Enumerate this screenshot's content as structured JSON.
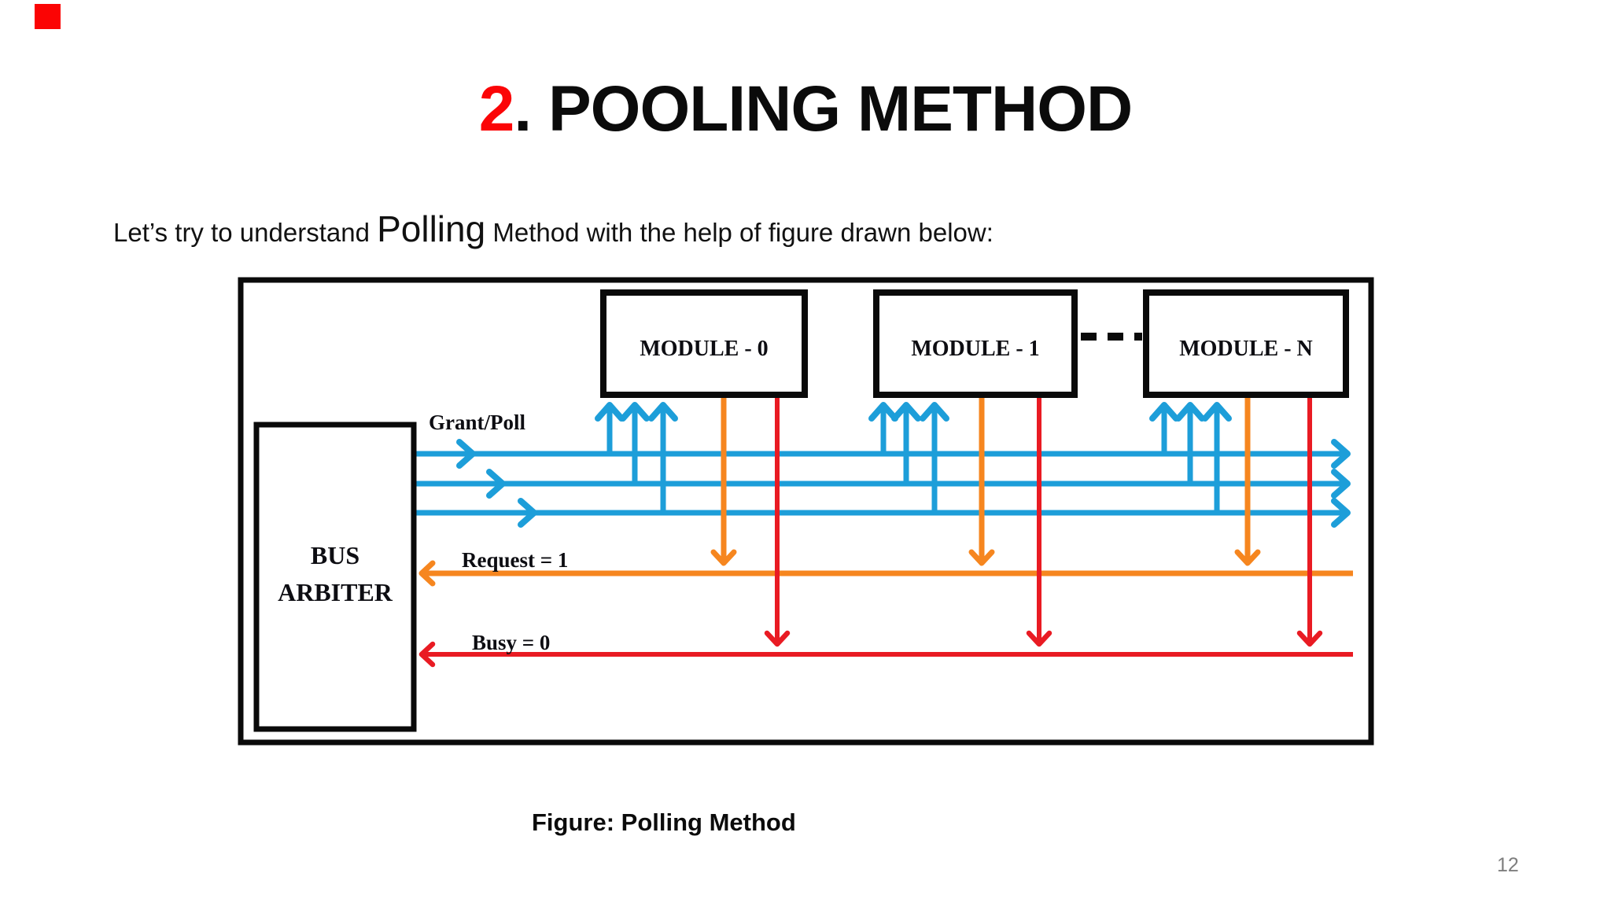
{
  "slide": {
    "title": {
      "number": "2",
      "rest": ". POOLING METHOD"
    },
    "subtitle": {
      "pre": "Let’s try to understand ",
      "highlight": "Polling",
      "post": " Method with the help of figure drawn below:"
    },
    "caption": "Figure: Polling Method",
    "page_number": "12"
  },
  "colors": {
    "accent_red_bar": "#fb0404",
    "title_number_red": "#fb0507",
    "grant_poll_blue": "#1d9ed9",
    "request_orange": "#f6861f",
    "busy_red": "#e91b23",
    "box_border": "#0a0a0a",
    "page_number_gray": "#7e7e7e"
  },
  "diagram": {
    "bus_arbiter": {
      "line1": "BUS",
      "line2": "ARBITER"
    },
    "modules": [
      {
        "label": "MODULE - 0"
      },
      {
        "label": "MODULE - 1"
      },
      {
        "label": "MODULE - N"
      }
    ],
    "signals": [
      {
        "name": "Grant/Poll",
        "color": "#1d9ed9",
        "direction": "right",
        "lines": 3
      },
      {
        "name": "Request = 1",
        "color": "#f6861f",
        "direction": "left",
        "lines": 1
      },
      {
        "name": "Busy = 0",
        "color": "#e91b23",
        "direction": "left",
        "lines": 1
      }
    ]
  }
}
